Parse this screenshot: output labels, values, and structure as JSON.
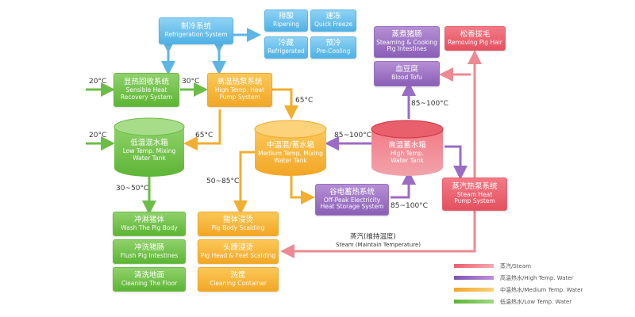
{
  "boxes": {
    "refrigeration": {
      "zh": "制冷系统",
      "en": "Refrigeration System"
    },
    "ripening": {
      "zh": "排酸",
      "en": "Ripening"
    },
    "quick_freeze": {
      "zh": "速冻",
      "en": "Quick Freeze"
    },
    "refrigerated": {
      "zh": "冷藏",
      "en": "Refrigerated"
    },
    "pre_cooling": {
      "zh": "预冷",
      "en": "Pre-Cooling"
    },
    "sensible_heat": {
      "zh": "显热回收系统",
      "en1": "Sensible Heat",
      "en2": "Recovery System"
    },
    "high_temp_pump": {
      "zh": "高温热泵系统",
      "en1": "High Temp. Heat",
      "en2": "Pump System"
    },
    "steaming_intestines": {
      "zh": "蒸煮猪肠",
      "en1": "Steaming & Cooking",
      "en2": "Pig Intestines"
    },
    "blood_tofu": {
      "zh": "血豆腐",
      "en": "Blood Tofu"
    },
    "removing_hair": {
      "zh": "松香拔毛",
      "en": "Removing Pig Hair"
    },
    "off_peak": {
      "zh": "谷电蓄热系统",
      "en1": "Off-Peak Electricity",
      "en2": "Heat Storage System"
    },
    "steam_pump": {
      "zh": "蒸汽热泵系统",
      "en1": "Steam Heat",
      "en2": "Pump System"
    },
    "wash_body": {
      "zh": "冲淋猪体",
      "en": "Wash The Pig Body"
    },
    "flush_intestines": {
      "zh": "冲洗猪肠",
      "en": "Flush Pig Intestines"
    },
    "clean_floor": {
      "zh": "清洗地面",
      "en": "Cleaning The Floor"
    },
    "body_scalding": {
      "zh": "猪体浸烫",
      "en": "Pig Body Scalding"
    },
    "head_feet_scalding": {
      "zh": "头蹄浸烫",
      "en": "Pig Head & Feet Scalding"
    },
    "clean_container": {
      "zh": "洗筐",
      "en": "Cleaning Container"
    }
  },
  "tanks": {
    "low": {
      "zh": "低温混水箱",
      "en1": "Low Temp. Mixing",
      "en2": "Water Tank"
    },
    "medium": {
      "zh": "中温混/蓄水箱",
      "en1": "Medium Temp. Mixing",
      "en2": "Water Tank"
    },
    "high": {
      "zh": "高温蓄水箱",
      "en1": "High Temp.",
      "en2": "Water Tank"
    }
  },
  "labels": {
    "in_20_top": "20°C",
    "t_30": "30°C",
    "in_20_low": "20°C",
    "t_65_left": "65°C",
    "t_65_down": "65°C",
    "t_30_50": "30~50°C",
    "t_50_85": "50~85°C",
    "t_85_100_mid": "85~100°C",
    "t_85_100_up": "85~100°C",
    "t_85_100_offpeak": "85~100°C",
    "steam_zh": "蒸汽(维持温度)",
    "steam_en": "Steam (Maintain Temperature)"
  },
  "legend": [
    {
      "label": "蒸汽/Steam",
      "color": "#e8606d"
    },
    {
      "label": "高温热水/High Temp. Water",
      "color": "#9a6cc4"
    },
    {
      "label": "中温热水/Medium Temp. Water",
      "color": "#f2ae2e"
    },
    {
      "label": "低温热水/Low Temp. Water",
      "color": "#6cbd47"
    }
  ],
  "colors": {
    "blue": "#5bb6e6",
    "green": "#6cbd47",
    "orange": "#f2ae2e",
    "purple": "#9a6cc4",
    "red": "#e8606d"
  }
}
